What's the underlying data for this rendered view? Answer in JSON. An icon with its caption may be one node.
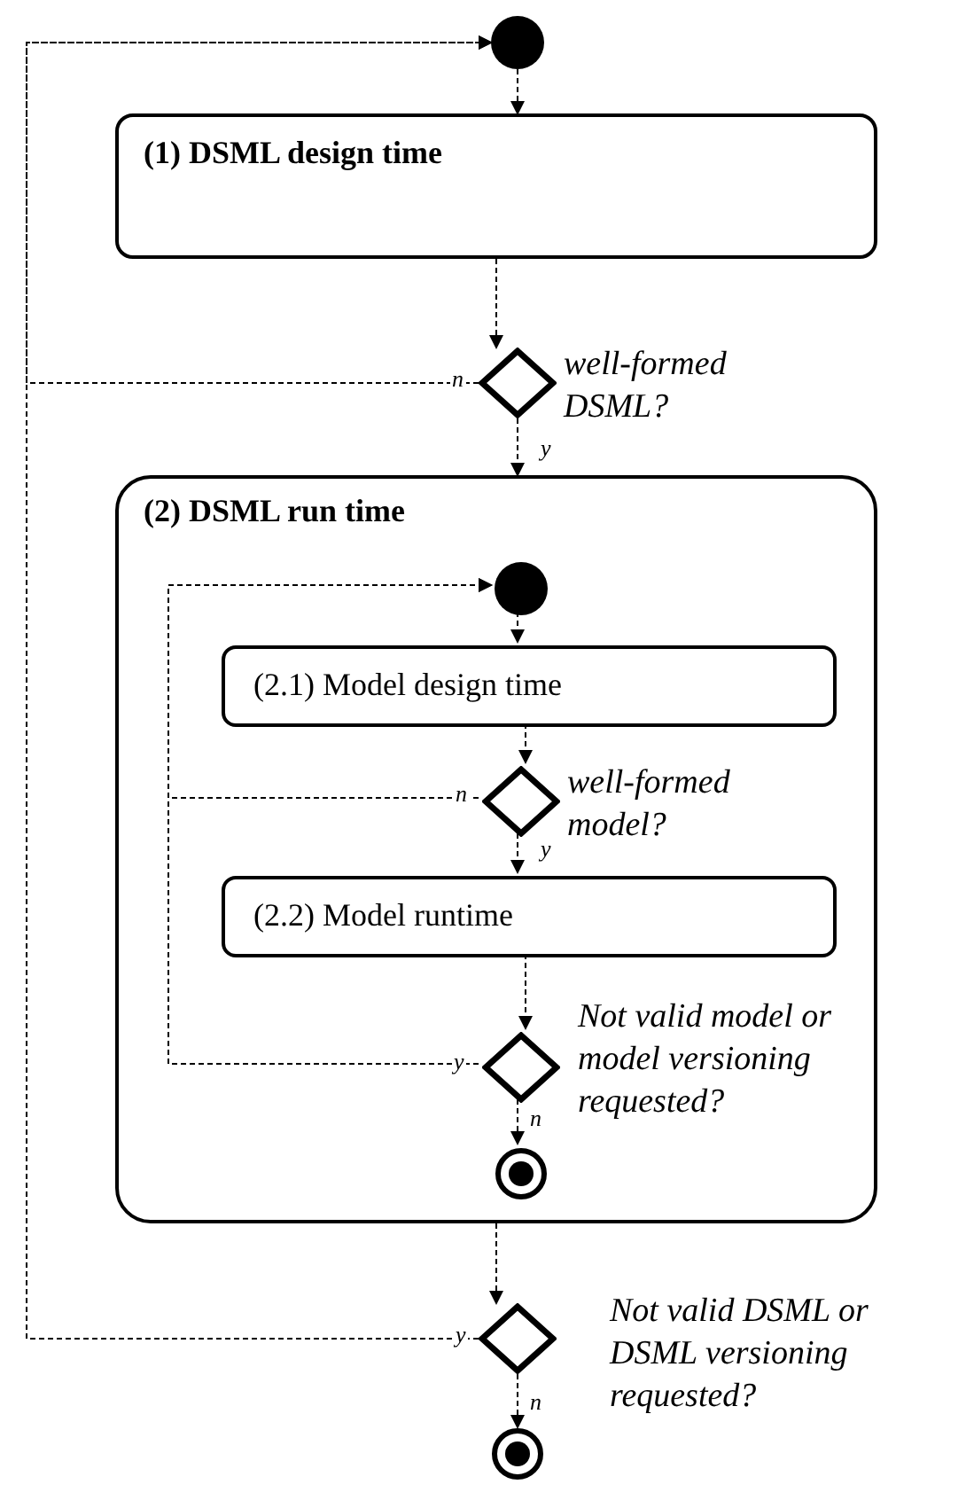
{
  "diagram": {
    "nodes": [
      {
        "text": [],
        "shape": "circle"
      },
      {
        "text": [
          "(1) DSML design time"
        ]
      },
      {
        "text": [],
        "shape": "diamond",
        "beside": [
          "well-formed DSML?"
        ]
      },
      {
        "text": [
          "(2) DSML run time"
        ]
      },
      {
        "text": [],
        "shape": "circle",
        "in": 3
      },
      {
        "text": [
          "(2.1) Model design time"
        ],
        "in": 3
      },
      {
        "text": [],
        "shape": "diamond",
        "in": 3,
        "beside": [
          "well-formed model?"
        ]
      },
      {
        "text": [
          "(2.2) Model runtime"
        ],
        "in": 3
      },
      {
        "text": [],
        "shape": "diamond",
        "in": 3,
        "beside": [
          "Not valid model or model versioning requested?"
        ]
      },
      {
        "text": [],
        "shape": "bullseye",
        "in": 3
      },
      {
        "text": [],
        "shape": "diamond",
        "beside": [
          "Not valid DSML or DSML versioning requested?"
        ]
      },
      {
        "text": [],
        "shape": "bullseye"
      }
    ],
    "edges": [
      {
        "from": 0,
        "to": 1,
        "arrow": "to",
        "style": "dashed"
      },
      {
        "from": 1,
        "to": 2,
        "arrow": "to",
        "style": "dashed"
      },
      {
        "from": 2,
        "to": 3,
        "arrow": "to",
        "style": "dashed",
        "label": "y"
      },
      {
        "from": 2,
        "to": 0,
        "arrow": "to",
        "style": "dashed",
        "label": "n"
      },
      {
        "from": 4,
        "to": 5,
        "arrow": "to",
        "style": "dashed"
      },
      {
        "from": 5,
        "to": 6,
        "arrow": "to",
        "style": "dashed"
      },
      {
        "from": 6,
        "to": 7,
        "arrow": "to",
        "style": "dashed",
        "label": "y"
      },
      {
        "from": 6,
        "to": 4,
        "arrow": "to",
        "style": "dashed",
        "label": "n"
      },
      {
        "from": 7,
        "to": 8,
        "arrow": "to",
        "style": "dashed"
      },
      {
        "from": 8,
        "to": 9,
        "arrow": "to",
        "style": "dashed",
        "label": "n"
      },
      {
        "from": 8,
        "to": 4,
        "arrow": "to",
        "style": "dashed",
        "label": "y"
      },
      {
        "from": 3,
        "to": 10,
        "arrow": "to",
        "style": "dashed"
      },
      {
        "from": 10,
        "to": 11,
        "arrow": "to",
        "style": "dashed",
        "label": "n"
      },
      {
        "from": 10,
        "to": 0,
        "arrow": "to",
        "style": "dashed",
        "label": "y"
      }
    ]
  }
}
